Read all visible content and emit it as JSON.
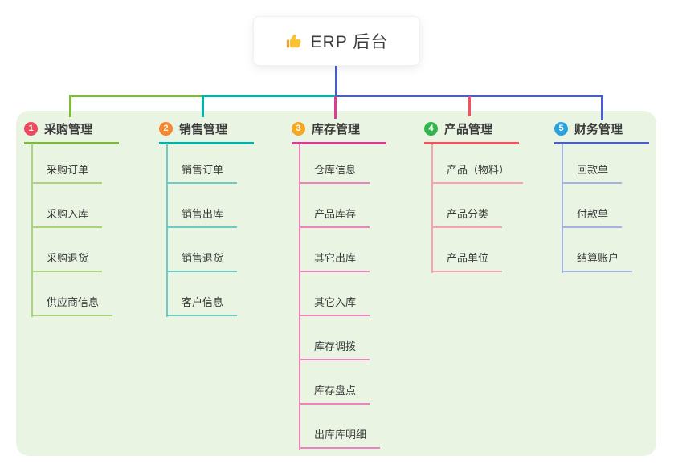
{
  "root": {
    "label": "ERP 后台",
    "icon": "thumbs-up-icon",
    "icon_color": "#f9c22e"
  },
  "canvas": {
    "page_bg": "#ffffff",
    "panel_bg": "#e9f5e2"
  },
  "connectors": {
    "root_color": "#4a5cc8"
  },
  "branches": [
    {
      "num": "1",
      "title": "采购管理",
      "badge": "#ee4a5e",
      "line": "#7fb83e",
      "tint": "#a9d47c",
      "items": [
        "采购订单",
        "采购入库",
        "采购退货",
        "供应商信息"
      ]
    },
    {
      "num": "2",
      "title": "销售管理",
      "badge": "#f5862e",
      "line": "#00b3ab",
      "tint": "#6cccc5",
      "items": [
        "销售订单",
        "销售出库",
        "销售退货",
        "客户信息"
      ]
    },
    {
      "num": "3",
      "title": "库存管理",
      "badge": "#f5a623",
      "line": "#df3a91",
      "tint": "#ee82c1",
      "items": [
        "仓库信息",
        "产品库存",
        "其它出库",
        "其它入库",
        "库存调拨",
        "库存盘点",
        "出库库明细"
      ]
    },
    {
      "num": "4",
      "title": "产品管理",
      "badge": "#33b54d",
      "line": "#f4505f",
      "tint": "#f8a2ad",
      "items": [
        "产品（物料）",
        "产品分类",
        "产品单位"
      ]
    },
    {
      "num": "5",
      "title": "财务管理",
      "badge": "#2aa2de",
      "line": "#4a5cc8",
      "tint": "#a3b3e5",
      "items": [
        "回款单",
        "付款单",
        "结算账户"
      ]
    }
  ]
}
